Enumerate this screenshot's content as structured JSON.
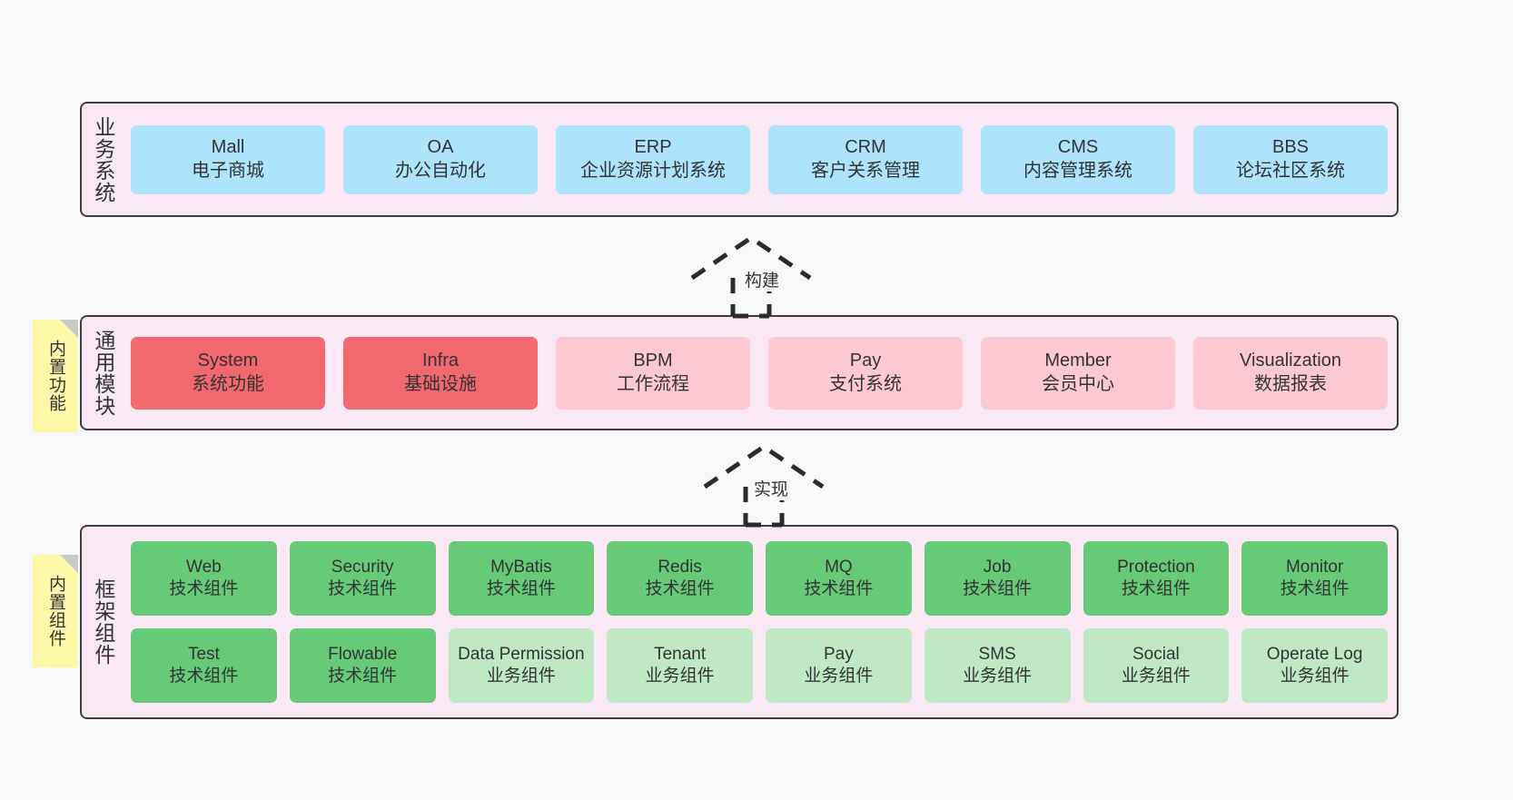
{
  "diagram": {
    "title": "ruoyi-vue-pro architecture layers",
    "background": "#f8f8f8"
  },
  "colors": {
    "band_fill": "#fae9f4",
    "band_border": "#3d3d3d",
    "blue": "#ade3fb",
    "red": "#f2686f",
    "pink": "#fcc9d2",
    "green": "#66ca79",
    "light_green": "#bfe8c5",
    "note_yellow": "#fcf8a8",
    "note_fold": "#c8c8c8"
  },
  "notes": [
    {
      "id": "built-in-functions",
      "label": "内置功能"
    },
    {
      "id": "built-in-components",
      "label": "内置组件"
    }
  ],
  "connectors": [
    {
      "id": "build",
      "label": "构建",
      "style": "dashed-generalization",
      "direction": "up"
    },
    {
      "id": "implement",
      "label": "实现",
      "style": "dashed-generalization",
      "direction": "up"
    }
  ],
  "layers": [
    {
      "id": "business-systems",
      "title": "业务系统",
      "cards": [
        {
          "name": "Mall",
          "desc": "电子商城",
          "color": "blue"
        },
        {
          "name": "OA",
          "desc": "办公自动化",
          "color": "blue"
        },
        {
          "name": "ERP",
          "desc": "企业资源计划系统",
          "color": "blue"
        },
        {
          "name": "CRM",
          "desc": "客户关系管理",
          "color": "blue"
        },
        {
          "name": "CMS",
          "desc": "内容管理系统",
          "color": "blue"
        },
        {
          "name": "BBS",
          "desc": "论坛社区系统",
          "color": "blue"
        }
      ]
    },
    {
      "id": "general-modules",
      "title": "通用模块",
      "cards": [
        {
          "name": "System",
          "desc": "系统功能",
          "color": "red"
        },
        {
          "name": "Infra",
          "desc": "基础设施",
          "color": "red"
        },
        {
          "name": "BPM",
          "desc": "工作流程",
          "color": "pink"
        },
        {
          "name": "Pay",
          "desc": "支付系统",
          "color": "pink"
        },
        {
          "name": "Member",
          "desc": "会员中心",
          "color": "pink"
        },
        {
          "name": "Visualization",
          "desc": "数据报表",
          "color": "pink"
        }
      ]
    },
    {
      "id": "framework-components",
      "title": "框架组件",
      "cards": [
        {
          "name": "Web",
          "desc": "技术组件",
          "color": "green"
        },
        {
          "name": "Security",
          "desc": "技术组件",
          "color": "green"
        },
        {
          "name": "MyBatis",
          "desc": "技术组件",
          "color": "green"
        },
        {
          "name": "Redis",
          "desc": "技术组件",
          "color": "green"
        },
        {
          "name": "MQ",
          "desc": "技术组件",
          "color": "green"
        },
        {
          "name": "Job",
          "desc": "技术组件",
          "color": "green"
        },
        {
          "name": "Protection",
          "desc": "技术组件",
          "color": "green"
        },
        {
          "name": "Monitor",
          "desc": "技术组件",
          "color": "green"
        },
        {
          "name": "Test",
          "desc": "技术组件",
          "color": "green"
        },
        {
          "name": "Flowable",
          "desc": "技术组件",
          "color": "green"
        },
        {
          "name": "Data Permission",
          "desc": "业务组件",
          "color": "light_green"
        },
        {
          "name": "Tenant",
          "desc": "业务组件",
          "color": "light_green"
        },
        {
          "name": "Pay",
          "desc": "业务组件",
          "color": "light_green"
        },
        {
          "name": "SMS",
          "desc": "业务组件",
          "color": "light_green"
        },
        {
          "name": "Social",
          "desc": "业务组件",
          "color": "light_green"
        },
        {
          "name": "Operate Log",
          "desc": "业务组件",
          "color": "light_green"
        }
      ]
    }
  ]
}
